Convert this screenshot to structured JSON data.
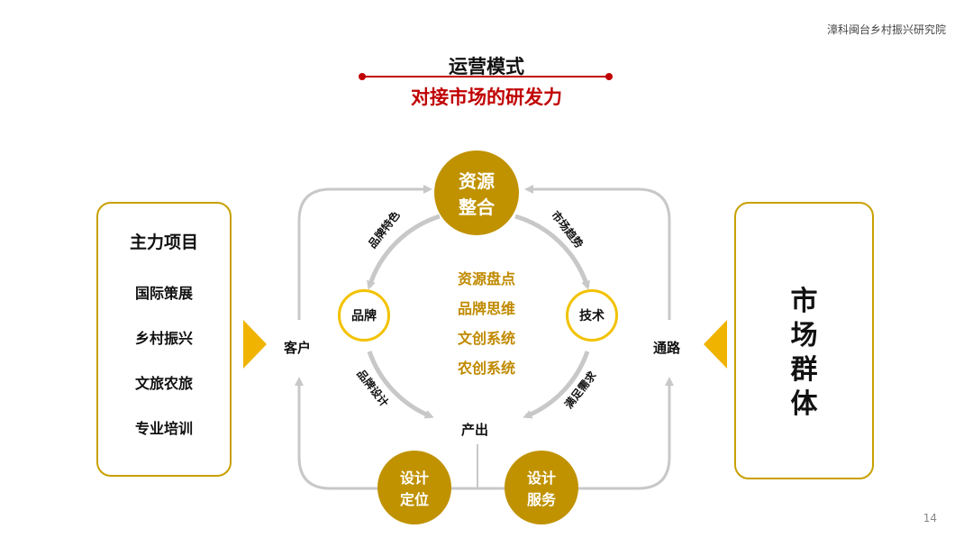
{
  "header": {
    "org": "漳科闽台乡村振兴研究院",
    "title": "运营模式",
    "subtitle": "对接市场的研发力"
  },
  "left_box": {
    "heading": "主力项目",
    "items": [
      "国际策展",
      "乡村振兴",
      "文旅农旅",
      "专业培训"
    ]
  },
  "right_box": {
    "text_lines": [
      "市",
      "场",
      "群",
      "体"
    ]
  },
  "cycle": {
    "top_node": {
      "line1": "资源",
      "line2": "整合"
    },
    "left_node": "品牌",
    "right_node": "技术",
    "bottom_node": "产出",
    "arrow_labels": {
      "top_left": "品牌特色",
      "top_right": "市场趋势",
      "bottom_left": "品牌设计",
      "bottom_right": "满足需求"
    },
    "center_items": [
      "资源盘点",
      "品牌思维",
      "文创系统",
      "农创系统"
    ]
  },
  "outer": {
    "left_label": "客户",
    "right_label": "通路",
    "bottom_left_node": {
      "line1": "设计",
      "line2": "定位"
    },
    "bottom_right_node": {
      "line1": "设计",
      "line2": "服务"
    }
  },
  "footer": {
    "page_number": "14"
  },
  "colors": {
    "gold": "#c09200",
    "yellow": "#f2c200",
    "red": "#c00000",
    "gray": "#c8c8c8"
  }
}
